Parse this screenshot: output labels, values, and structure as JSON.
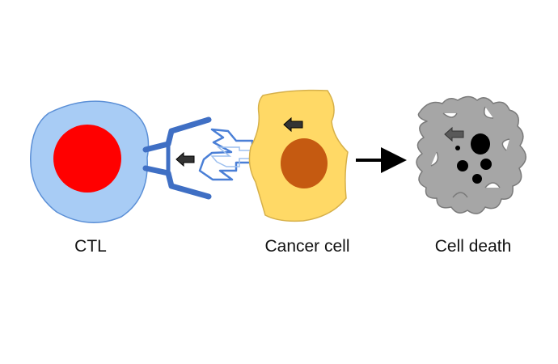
{
  "labels": {
    "ctl": "CTL",
    "cancer": "Cancer cell",
    "death": "Cell death"
  },
  "colors": {
    "ctl_body": "#a8ccf5",
    "ctl_outline": "#5b8fd6",
    "ctl_nucleus": "#ff0000",
    "receptor": "#3f6fc4",
    "antigen_outline": "#4a7fd6",
    "cancer_body": "#ffd966",
    "cancer_outline": "#d6b04a",
    "cancer_nucleus": "#c55a11",
    "dead_cell": "#a6a6a6",
    "dead_outline": "#7a7a7a",
    "granule": "#000000",
    "arrow": "#000000",
    "marker": "#333333"
  }
}
